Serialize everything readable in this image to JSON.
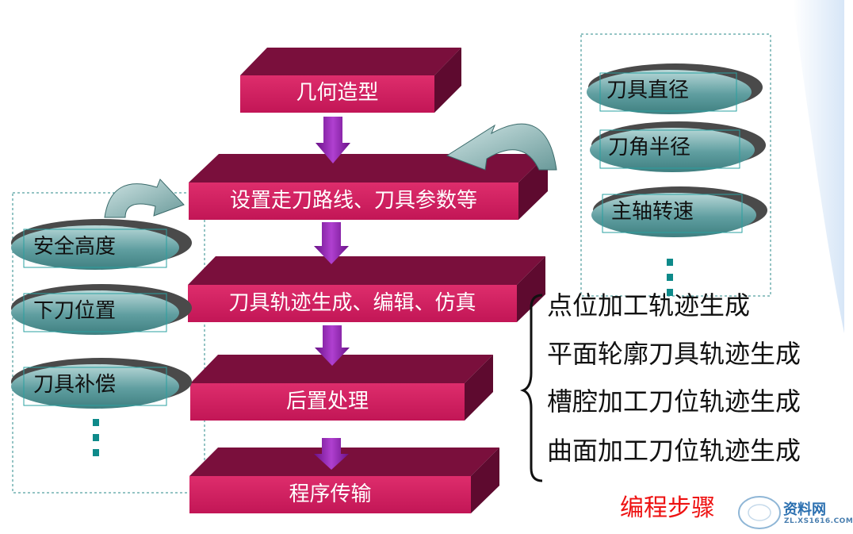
{
  "flow": {
    "steps": [
      {
        "label": "几何造型"
      },
      {
        "label": "设置走刀路线、刀具参数等"
      },
      {
        "label": "刀具轨迹生成、编辑、仿真"
      },
      {
        "label": "后置处理"
      },
      {
        "label": "程序传输"
      }
    ]
  },
  "left_params": {
    "items": [
      {
        "label": "安全高度"
      },
      {
        "label": "下刀位置"
      },
      {
        "label": "刀具补偿"
      }
    ]
  },
  "right_params": {
    "items": [
      {
        "label": "刀具直径"
      },
      {
        "label": "刀角半径"
      },
      {
        "label": "主轴转速"
      }
    ]
  },
  "trajectory_types": {
    "items": [
      {
        "label": "点位加工轨迹生成"
      },
      {
        "label": "平面轮廓刀具轨迹生成"
      },
      {
        "label": "槽腔加工刀位轨迹生成"
      },
      {
        "label": "曲面加工刀位轨迹生成"
      }
    ]
  },
  "slide_title": "编程步骤",
  "watermark": {
    "brand": "资料网",
    "url": "ZL.XS1616.COM"
  },
  "colors": {
    "box_front": "#d0215f",
    "box_top": "#7a0f3c",
    "box_side": "#6a0b33",
    "arrow": "#8a1aa8",
    "oval": "#5f9ea0",
    "title": "#ee1111"
  }
}
